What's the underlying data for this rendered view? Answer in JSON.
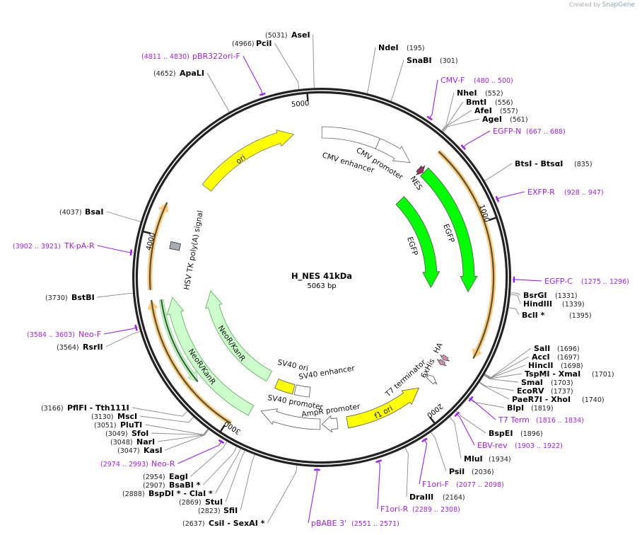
{
  "watermark": {
    "prefix": "Created by",
    "brand": "SnapGene"
  },
  "plasmid": {
    "name": "H_NES 41kDa",
    "length_text": "5063 bp",
    "length_bp": 5063
  },
  "ticks": [
    "1000",
    "2000",
    "3000",
    "4000",
    "5000"
  ],
  "colors": {
    "ring": "#222222",
    "primer": "#a020f0",
    "egfp": "#00ff00",
    "neo": "#ccffcc",
    "ori": "#ffff00",
    "orf": "#ffc87a",
    "tag": "#c890b0"
  },
  "features": [
    {
      "label": "CMV enhancer",
      "start": 1,
      "end": 320,
      "color": "#ffffff"
    },
    {
      "label": "CMV promoter",
      "start": 320,
      "end": 528,
      "color": "#ffffff"
    },
    {
      "label": "NES",
      "start": 588,
      "end": 618,
      "color": "#993366"
    },
    {
      "label": "EGFP",
      "start": 622,
      "end": 1345,
      "color": "#00ff00"
    },
    {
      "label": "EGFP",
      "start": 640,
      "end": 1340,
      "color": "#00ff00"
    },
    {
      "label": "ori",
      "start": 4330,
      "end": 4908,
      "color": "#ffff00"
    },
    {
      "label": "HSV TK poly(A) signal",
      "start": 3948,
      "end": 3985,
      "color": "#a8adb3"
    },
    {
      "label": "NeoR/KanR",
      "start": 2926,
      "end": 3690,
      "color": "#ccffcc"
    },
    {
      "label": "NeoR/KanR",
      "start": 2926,
      "end": 3700,
      "color": "#ccffcc"
    },
    {
      "label": "SV40 ori",
      "start": 2730,
      "end": 2855,
      "color": "#ffff00"
    },
    {
      "label": "SV40 enhancer",
      "start": 2615,
      "end": 2718,
      "color": "#ffffff"
    },
    {
      "label": "SV40 promoter",
      "start": 2540,
      "end": 2875,
      "color": "#ffffff"
    },
    {
      "label": "AmpR promoter",
      "start": 2445,
      "end": 2530,
      "color": "#ffffff"
    },
    {
      "label": "f1 ori",
      "start": 1950,
      "end": 2390,
      "color": "#ffff00"
    },
    {
      "label": "T7 terminator",
      "start": 1850,
      "end": 1880,
      "color": "#ffffff"
    },
    {
      "label": "6xHis",
      "start": 1752,
      "end": 1776,
      "color": "#c890b0"
    },
    {
      "label": "HA",
      "start": 1722,
      "end": 1746,
      "color": "#c890b0"
    }
  ],
  "enzymes": [
    {
      "name": "NdeI",
      "pos": "(195)"
    },
    {
      "name": "SnaBI",
      "pos": "(301)"
    },
    {
      "name": "NheI",
      "pos": "(552)"
    },
    {
      "name": "BmtI",
      "pos": "(556)"
    },
    {
      "name": "AfeI",
      "pos": "(557)"
    },
    {
      "name": "AgeI",
      "pos": "(561)"
    },
    {
      "name": "BtsI  - BtsαI",
      "pos": "(835)"
    },
    {
      "name": "BsrGI",
      "pos": "(1331)"
    },
    {
      "name": "HindIII",
      "pos": "(1339)"
    },
    {
      "name": "BclI *",
      "pos": "(1395)"
    },
    {
      "name": "SalI",
      "pos": "(1696)"
    },
    {
      "name": "AccI",
      "pos": "(1697)"
    },
    {
      "name": "HincII",
      "pos": "(1698)"
    },
    {
      "name": "TspMI  - XmaI",
      "pos": "(1701)"
    },
    {
      "name": "SmaI",
      "pos": "(1703)"
    },
    {
      "name": "EcoRV",
      "pos": "(1737)"
    },
    {
      "name": "PaeR7I  - XhoI",
      "pos": "(1740)"
    },
    {
      "name": "BlpI",
      "pos": "(1819)"
    },
    {
      "name": "BspEI",
      "pos": "(1896)"
    },
    {
      "name": "MluI",
      "pos": "(1934)"
    },
    {
      "name": "PsiI",
      "pos": "(2036)"
    },
    {
      "name": "DraIII",
      "pos": "(2164)"
    },
    {
      "name": "CsiI  - SexAI *",
      "pos": "(2637)"
    },
    {
      "name": "SfiI",
      "pos": "(2823)"
    },
    {
      "name": "StuI",
      "pos": "(2869)"
    },
    {
      "name": "BspDI *  - ClaI *",
      "pos": "(2888)"
    },
    {
      "name": "BsaBI *",
      "pos": "(2907)"
    },
    {
      "name": "EagI",
      "pos": "(2954)"
    },
    {
      "name": "KasI",
      "pos": "(3047)"
    },
    {
      "name": "NarI",
      "pos": "(3048)"
    },
    {
      "name": "SfoI",
      "pos": "(3049)"
    },
    {
      "name": "PluTI",
      "pos": "(3051)"
    },
    {
      "name": "MscI",
      "pos": "(3130)"
    },
    {
      "name": "PflFI  - Tth111I",
      "pos": "(3166)"
    },
    {
      "name": "RsrII",
      "pos": "(3564)"
    },
    {
      "name": "BstBI",
      "pos": "(3730)"
    },
    {
      "name": "BsaI",
      "pos": "(4037)"
    },
    {
      "name": "ApaLI",
      "pos": "(4652)"
    },
    {
      "name": "PciI",
      "pos": "(4966)"
    },
    {
      "name": "AseI",
      "pos": "(5031)"
    }
  ],
  "primers": [
    {
      "name": "pBR322ori-F",
      "range": "(4811 .. 4830)"
    },
    {
      "name": "CMV-F",
      "range": "(480 .. 500)"
    },
    {
      "name": "EGFP-N",
      "range": "(667 .. 688)"
    },
    {
      "name": "EXFP-R",
      "range": "(928 .. 947)"
    },
    {
      "name": "EGFP-C",
      "range": "(1275 .. 1296)"
    },
    {
      "name": "T7 Term",
      "range": "(1816 .. 1834)"
    },
    {
      "name": "EBV-rev",
      "range": "(1903 .. 1922)"
    },
    {
      "name": "F1ori-F",
      "range": "(2077 .. 2098)"
    },
    {
      "name": "F1ori-R",
      "range": "(2289 .. 2308)"
    },
    {
      "name": "pBABE 3'",
      "range": "(2551 .. 2571)"
    },
    {
      "name": "Neo-R",
      "range": "(2974 .. 2993)"
    },
    {
      "name": "Neo-F",
      "range": "(3584 .. 3603)"
    },
    {
      "name": "TK-pA-R",
      "range": "(3902 .. 3921)"
    }
  ]
}
